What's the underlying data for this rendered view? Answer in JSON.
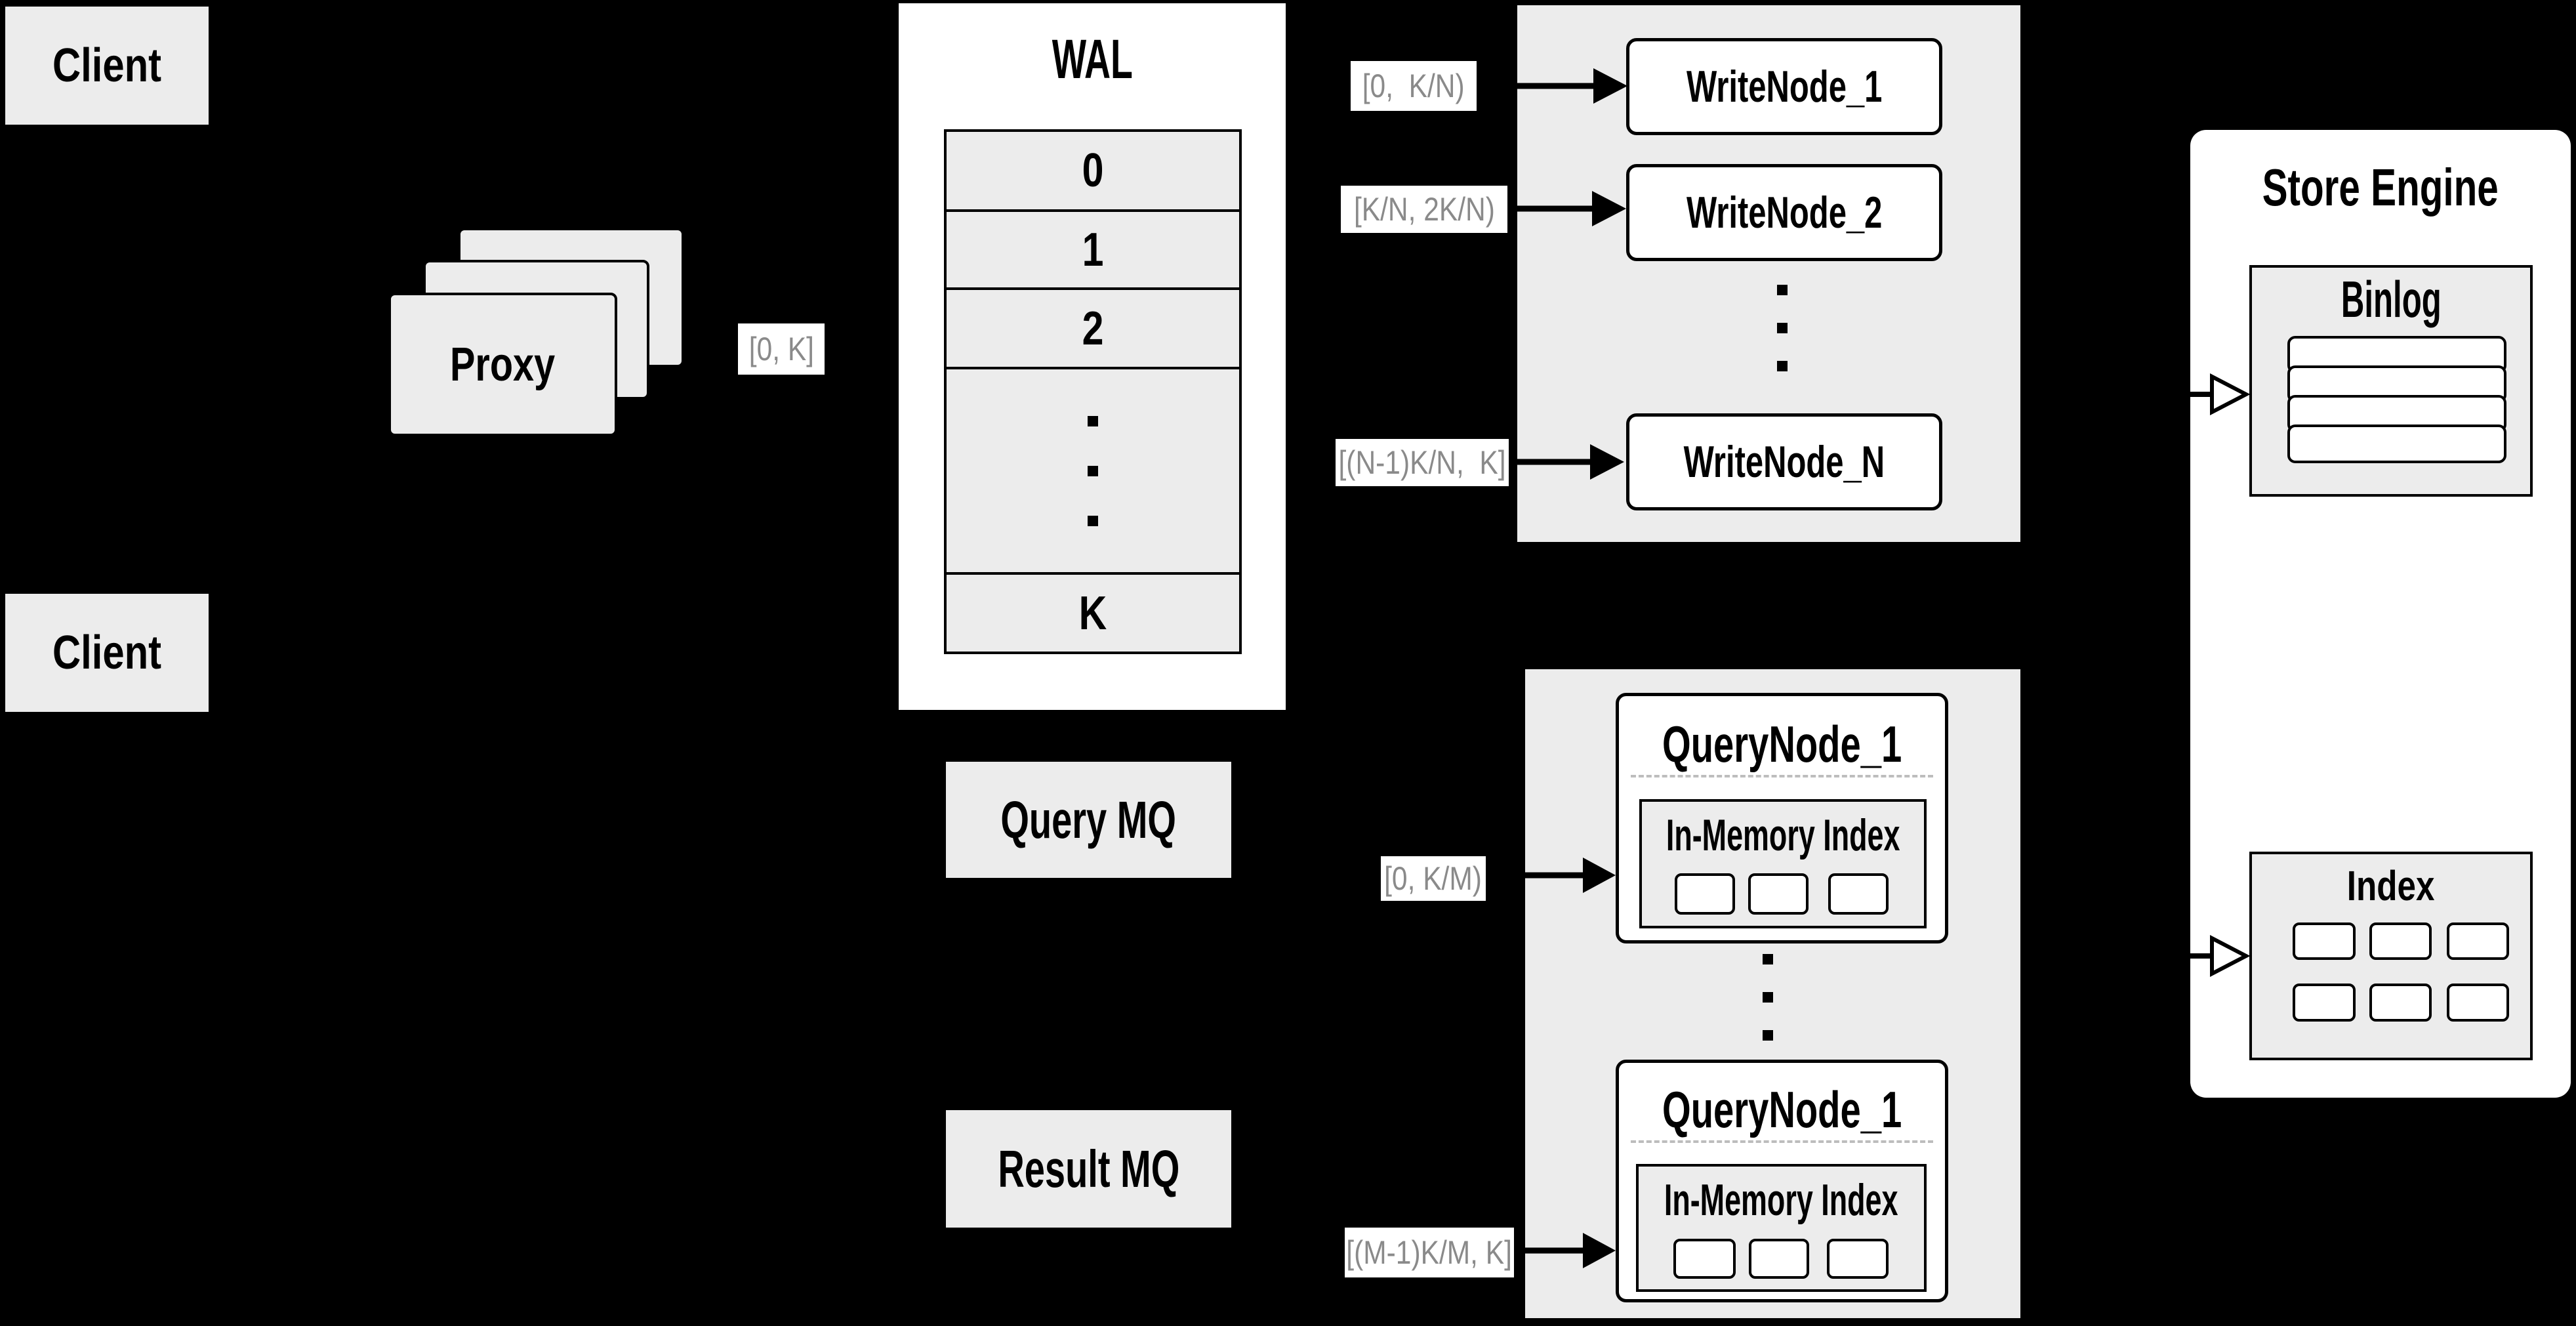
{
  "colors": {
    "background": "#000000",
    "panel_fill": "#ececec",
    "box_fill": "#ffffff",
    "border": "#000000",
    "range_text": "#8a8a8a"
  },
  "clients": [
    {
      "label": "Client"
    },
    {
      "label": "Client"
    }
  ],
  "proxy": {
    "label": "Proxy",
    "stack_count": 3,
    "output_range": "[0, K]"
  },
  "wal": {
    "title": "WAL",
    "rows": [
      "0",
      "1",
      "2"
    ],
    "last_row": "K"
  },
  "write_nodes": {
    "nodes": [
      {
        "label": "WriteNode_1",
        "range": "[0,  K/N)"
      },
      {
        "label": "WriteNode_2",
        "range": "[K/N, 2K/N)"
      },
      {
        "label": "WriteNode_N",
        "range": "[(N-1)K/N,  K]"
      }
    ]
  },
  "message_queues": {
    "query": "Query MQ",
    "result": "Result MQ"
  },
  "query_nodes": {
    "nodes": [
      {
        "title": "QueryNode_1",
        "inner_title": "In-Memory Index",
        "range": "[0, K/M)"
      },
      {
        "title": "QueryNode_1",
        "inner_title": "In-Memory Index",
        "range": "[(M-1)K/M, K]"
      }
    ]
  },
  "store_engine": {
    "title": "Store Engine",
    "binlog_title": "Binlog",
    "index_title": "Index"
  }
}
